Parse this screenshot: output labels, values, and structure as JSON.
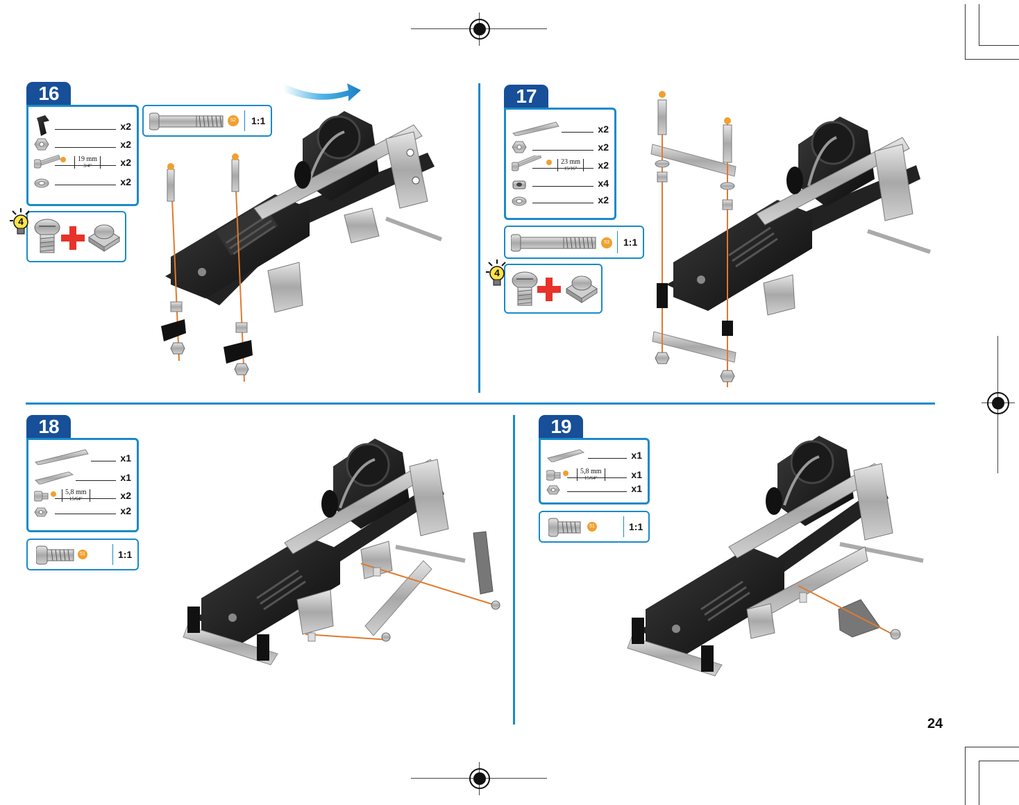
{
  "page": {
    "number": "24"
  },
  "steps": [
    {
      "number": "16",
      "parts": [
        {
          "icon": "corner-bracket-icon",
          "qty": "x2"
        },
        {
          "icon": "nut-icon",
          "qty": "x2"
        },
        {
          "icon": "bolt-icon",
          "badge": "52",
          "size": "19 mm",
          "size_inch": "3/4\"",
          "qty": "x2"
        },
        {
          "icon": "washer-icon",
          "qty": "x2"
        }
      ],
      "scale": {
        "badge": "52",
        "ratio": "1:1"
      },
      "tip": {
        "number": "4"
      }
    },
    {
      "number": "17",
      "parts": [
        {
          "icon": "strip-icon",
          "qty": "x2"
        },
        {
          "icon": "nut-icon",
          "qty": "x2"
        },
        {
          "icon": "bolt-icon",
          "badge": "53",
          "size": "23 mm",
          "size_inch": "15/16\"",
          "qty": "x2"
        },
        {
          "icon": "spacer-icon",
          "qty": "x4"
        },
        {
          "icon": "washer-icon",
          "qty": "x2"
        }
      ],
      "scale": {
        "badge": "53",
        "ratio": "1:1"
      },
      "tip": {
        "number": "4"
      }
    },
    {
      "number": "18",
      "parts": [
        {
          "icon": "strip-icon",
          "qty": "x1"
        },
        {
          "icon": "angle-strip-icon",
          "qty": "x1"
        },
        {
          "icon": "short-bolt-icon",
          "badge": "51",
          "size": "5,8 mm",
          "size_inch": "15/64\"",
          "qty": "x2"
        },
        {
          "icon": "nut-icon",
          "qty": "x2"
        }
      ],
      "scale": {
        "badge": "51",
        "ratio": "1:1"
      }
    },
    {
      "number": "19",
      "parts": [
        {
          "icon": "angle-strip-icon",
          "qty": "x1"
        },
        {
          "icon": "short-bolt-icon",
          "badge": "51",
          "size": "5,8 mm",
          "size_inch": "15/64\"",
          "qty": "x1"
        },
        {
          "icon": "nut-icon",
          "qty": "x1"
        }
      ],
      "scale": {
        "badge": "51",
        "ratio": "1:1"
      }
    }
  ],
  "colors": {
    "accent": "#1a8ac8",
    "tab": "#174f98",
    "tip_plus": "#e8332a",
    "assembly_line": "#e07a2e",
    "badge": "#f0a030"
  }
}
